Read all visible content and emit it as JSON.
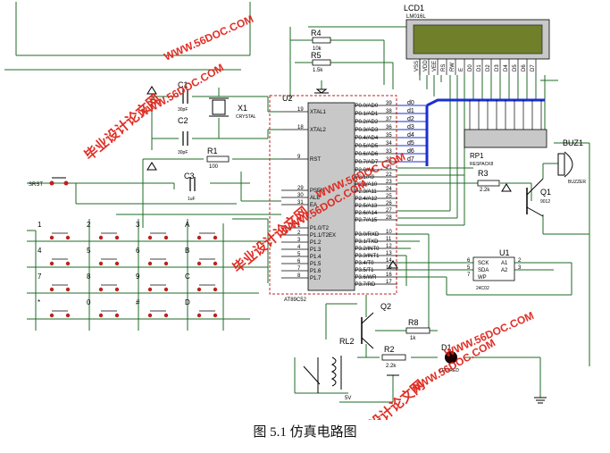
{
  "caption": "图 5.1  仿真电路图",
  "watermark": {
    "text_cn": "毕业设计论文网",
    "url": "WWW.56DOC.COM",
    "color": "#e0231a"
  },
  "colors": {
    "wire": "#1d6b24",
    "bus": "#1a2fd0",
    "chip_fill": "#c8c8c8",
    "lcd_screen": "#6f7f2a",
    "lcd_body": "#c8c8c8",
    "chip_border": "#c02020"
  },
  "lcd": {
    "ref": "LCD1",
    "model": "LM016L",
    "pins": [
      "VSS",
      "VDD",
      "VEE",
      "RS",
      "RW",
      "E",
      "D0",
      "D1",
      "D2",
      "D3",
      "D4",
      "D5",
      "D6",
      "D7"
    ]
  },
  "resistors": [
    {
      "ref": "R4",
      "value": "10k"
    },
    {
      "ref": "R5",
      "value": "1.5k"
    },
    {
      "ref": "R1",
      "value": "100"
    },
    {
      "ref": "R3",
      "value": "2.2k"
    },
    {
      "ref": "R8",
      "value": "1k"
    },
    {
      "ref": "R2",
      "value": "2.2k"
    }
  ],
  "capacitors": [
    {
      "ref": "C1",
      "value": "30pF"
    },
    {
      "ref": "C2",
      "value": "30pF"
    },
    {
      "ref": "C3",
      "value": "1uF"
    }
  ],
  "crystal": {
    "ref": "X1",
    "label": "CRYSTAL"
  },
  "mcu": {
    "ref": "U2",
    "model": "AT89C52",
    "left_pins": [
      {
        "num": "19",
        "name": "XTAL1"
      },
      {
        "num": "18",
        "name": "XTAL2"
      },
      {
        "num": "9",
        "name": "RST"
      },
      {
        "num": "29",
        "name": "PSEN"
      },
      {
        "num": "30",
        "name": "ALE"
      },
      {
        "num": "31",
        "name": "EA"
      },
      {
        "num": "1",
        "name": "P1.0/T2"
      },
      {
        "num": "2",
        "name": "P1.1/T2EX"
      },
      {
        "num": "3",
        "name": "P1.2"
      },
      {
        "num": "4",
        "name": "P1.3"
      },
      {
        "num": "5",
        "name": "P1.4"
      },
      {
        "num": "6",
        "name": "P1.5"
      },
      {
        "num": "7",
        "name": "P1.6"
      },
      {
        "num": "8",
        "name": "P1.7"
      }
    ],
    "right_pins": [
      {
        "num": "39",
        "name": "P0.0/AD0"
      },
      {
        "num": "38",
        "name": "P0.1/AD1"
      },
      {
        "num": "37",
        "name": "P0.2/AD2"
      },
      {
        "num": "36",
        "name": "P0.3/AD3"
      },
      {
        "num": "35",
        "name": "P0.4/AD4"
      },
      {
        "num": "34",
        "name": "P0.5/AD5"
      },
      {
        "num": "33",
        "name": "P0.6/AD6"
      },
      {
        "num": "32",
        "name": "P0.7/AD7"
      },
      {
        "num": "21",
        "name": "P2.0/A8"
      },
      {
        "num": "22",
        "name": "P2.1/A9"
      },
      {
        "num": "23",
        "name": "P2.2/A10"
      },
      {
        "num": "24",
        "name": "P2.3/A11"
      },
      {
        "num": "25",
        "name": "P2.4/A12"
      },
      {
        "num": "26",
        "name": "P2.5/A13"
      },
      {
        "num": "27",
        "name": "P2.6/A14"
      },
      {
        "num": "28",
        "name": "P2.7/A15"
      },
      {
        "num": "10",
        "name": "P3.0/RXD"
      },
      {
        "num": "11",
        "name": "P3.1/TXD"
      },
      {
        "num": "12",
        "name": "P3.2/INT0"
      },
      {
        "num": "13",
        "name": "P3.3/INT1"
      },
      {
        "num": "14",
        "name": "P3.4/T0"
      },
      {
        "num": "15",
        "name": "P3.5/T1"
      },
      {
        "num": "16",
        "name": "P3.6/WR"
      },
      {
        "num": "17",
        "name": "P3.7/RD"
      }
    ]
  },
  "data_bus_labels": [
    "d0",
    "d1",
    "d2",
    "d3",
    "d4",
    "d5",
    "d6",
    "d7"
  ],
  "rp1": {
    "ref": "RP1",
    "label": "RESPACK8"
  },
  "buzzer": {
    "ref": "BUZ1",
    "label": "BUZZER"
  },
  "q1": {
    "ref": "Q1",
    "model": "9012"
  },
  "q2": {
    "ref": "Q2"
  },
  "eeprom": {
    "ref": "U1",
    "model": "24C02",
    "pins_left": [
      "SCK",
      "SDA",
      "WP"
    ],
    "pins_right": [
      "A1",
      "A2"
    ],
    "pin_nums_left": [
      "6",
      "5",
      "7"
    ],
    "pin_nums_right": [
      "2",
      "3"
    ]
  },
  "relay": {
    "ref": "RL2",
    "voltage": "5V"
  },
  "led": {
    "ref": "D1",
    "label": "LED-RED"
  },
  "reset_switch_label": "SRST",
  "keypad": [
    "1",
    "2",
    "3",
    "A",
    "4",
    "5",
    "6",
    "B",
    "7",
    "8",
    "9",
    "C",
    "*",
    "0",
    "#",
    "D"
  ]
}
